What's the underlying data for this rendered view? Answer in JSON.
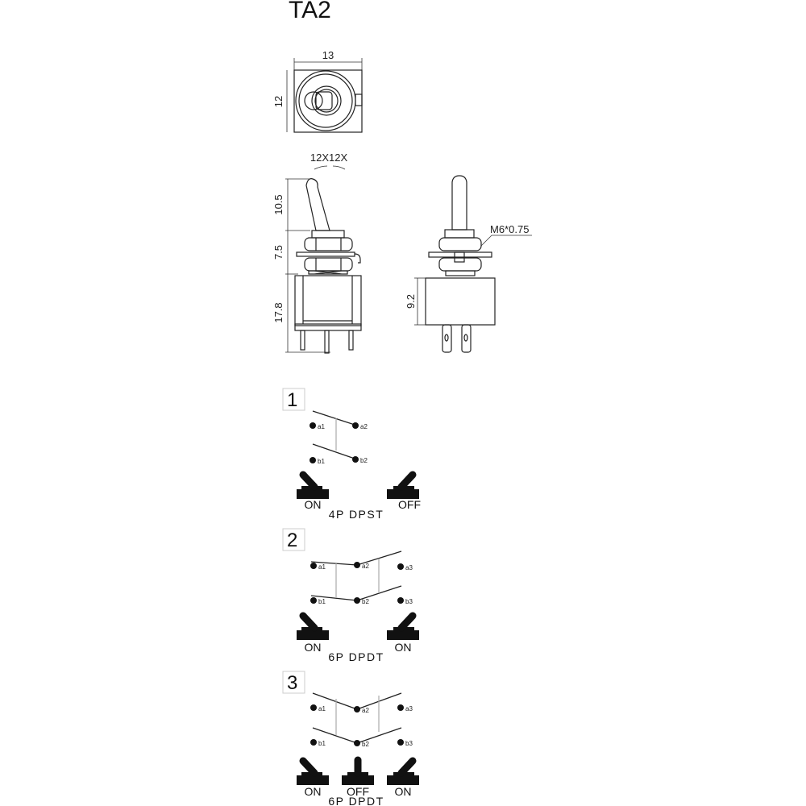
{
  "title": "TA2",
  "top_view": {
    "width_label": "13",
    "height_label": "12"
  },
  "side_view": {
    "angle_label": "12X12X",
    "lever_height_label": "10.5",
    "bushing_height_label": "7.5",
    "body_height_label": "17.8"
  },
  "front_view": {
    "thread_label": "M6*0.75",
    "body_height_label": "9.2"
  },
  "sections": [
    {
      "number": "1",
      "terminals": [
        "a1",
        "a2",
        "b1",
        "b2"
      ],
      "positions": [
        "ON",
        "OFF"
      ],
      "type": "4P DPST"
    },
    {
      "number": "2",
      "terminals": [
        "a1",
        "a2",
        "a3",
        "b1",
        "b2",
        "b3"
      ],
      "positions": [
        "ON",
        "ON"
      ],
      "type": "6P DPDT"
    },
    {
      "number": "3",
      "terminals": [
        "a1",
        "a2",
        "a3",
        "b1",
        "b2",
        "b3"
      ],
      "positions": [
        "ON",
        "OFF",
        "ON"
      ],
      "type": "6P DPDT"
    }
  ]
}
